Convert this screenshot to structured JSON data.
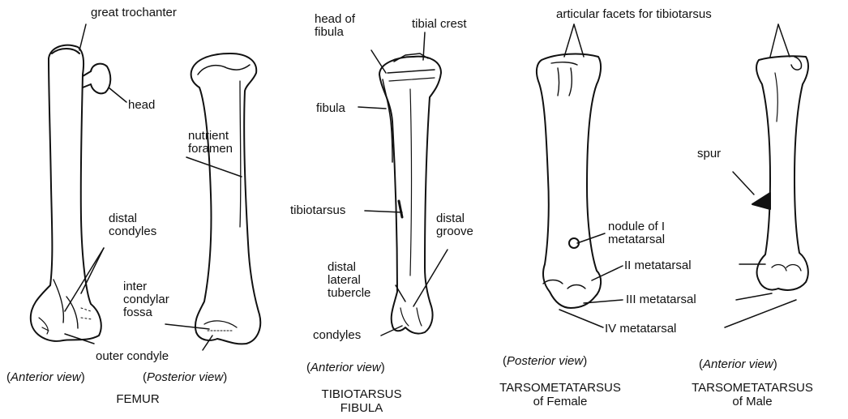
{
  "labels": {
    "great_trochanter": "great trochanter",
    "head": "head",
    "nutrient_foramen": "nutrient foramen",
    "distal_condyles": "distal condyles",
    "inter_condylar_fossa": "inter condylar fossa",
    "outer_condyle": "outer condyle",
    "head_of_fibula": "head of fibula",
    "tibial_crest": "tibial crest",
    "fibula": "fibula",
    "tibiotarsus": "tibiotarsus",
    "distal_groove": "distal groove",
    "distal_lateral_tubercle": "distal lateral tubercle",
    "condyles": "condyles",
    "articular_facets": "articular facets for tibiotarsus",
    "spur": "spur",
    "nodule_of_I_metatarsal": "nodule of I metatarsal",
    "II_metatarsal": "II metatarsal",
    "III_metatarsal": "III metatarsal",
    "IV_metatarsal": "IV metatarsal"
  },
  "views": {
    "femur_anterior_open": "(",
    "femur_anterior": "Anterior view",
    "femur_anterior_close": ")",
    "femur_posterior_open": "(",
    "femur_posterior": "Posterior view",
    "femur_posterior_close": ")",
    "tibio_anterior_open": "(",
    "tibio_anterior": "Anterior view",
    "tibio_anterior_close": ")",
    "tarso_female_open": "(",
    "tarso_female": "Posterior view",
    "tarso_female_close": ")",
    "tarso_male_open": "(",
    "tarso_male": "Anterior view",
    "tarso_male_close": ")"
  },
  "captions": {
    "femur": "FEMUR",
    "tibiotarsus_line1": "TIBIOTARSUS",
    "tibiotarsus_line2": "FIBULA",
    "tarso_female_line1": "TARSOMETATARSUS",
    "tarso_female_line2": "of Female",
    "tarso_male_line1": "TARSOMETATARSUS",
    "tarso_male_line2": "of Male"
  },
  "colors": {
    "ink": "#111111",
    "bone": "#ffffff"
  }
}
